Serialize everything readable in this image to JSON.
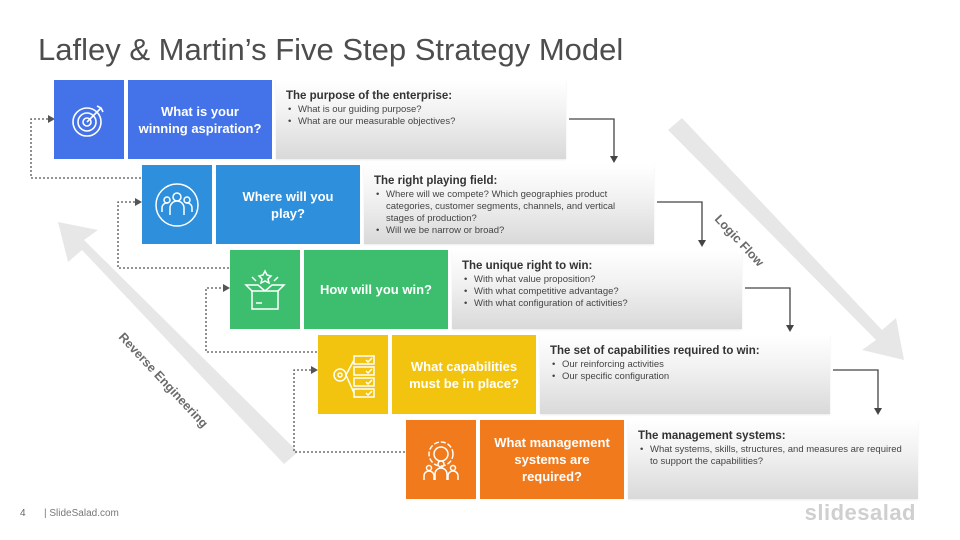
{
  "title": "Lafley & Martin’s Five Step Strategy Model",
  "steps": [
    {
      "question": "What is your winning aspiration?",
      "icon": "target-icon",
      "color": "#4472E8",
      "heading": "The purpose of the enterprise:",
      "bullets": [
        "What is our guiding purpose?",
        "What are our measurable objectives?"
      ]
    },
    {
      "question": "Where will you play?",
      "icon": "team-icon",
      "color": "#2E8FDC",
      "heading": "The right playing field:",
      "bullets": [
        "Where will we compete? Which geographies product categories, customer segments, channels, and vertical stages of production?",
        "Will we be narrow or broad?"
      ]
    },
    {
      "question": "How will you win?",
      "icon": "open-box-icon",
      "color": "#3DBE6E",
      "heading": "The unique right to win:",
      "bullets": [
        "With what value proposition?",
        "With what competitive advantage?",
        "With what configuration of activities?"
      ]
    },
    {
      "question": "What capabilities must be in place?",
      "icon": "gear-checklist-icon",
      "color": "#F2C40F",
      "heading": "The set of capabilities required to win:",
      "bullets": [
        "Our reinforcing activities",
        "Our specific configuration"
      ]
    },
    {
      "question": "What management systems are required?",
      "icon": "gear-people-icon",
      "color": "#F07A1C",
      "heading": "The management systems:",
      "bullets": [
        "What systems, skills, structures, and measures are required to support the capabilities?"
      ]
    }
  ],
  "logic_flow_label": "Logic Flow",
  "reverse_label": "Reverse Engineering",
  "footer": {
    "page_number": "4",
    "site": "| SlideSalad.com",
    "logo": "slidesalad"
  }
}
